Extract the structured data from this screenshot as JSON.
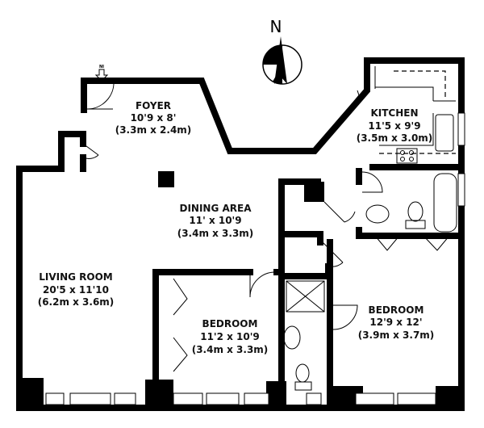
{
  "compass": {
    "label": "N"
  },
  "entrance": {
    "label": "NI"
  },
  "rooms": [
    {
      "name": "FOYER",
      "size_imperial": "10'9 x 8'",
      "size_metric": "(3.3m x 2.4m)"
    },
    {
      "name": "KITCHEN",
      "size_imperial": "11'5 x 9'9",
      "size_metric": "(3.5m x 3.0m)"
    },
    {
      "name": "DINING AREA",
      "size_imperial": "11' x 10'9",
      "size_metric": "(3.4m x 3.3m)"
    },
    {
      "name": "LIVING ROOM",
      "size_imperial": "20'5 x 11'10",
      "size_metric": "(6.2m x 3.6m)"
    },
    {
      "name": "BEDROOM",
      "size_imperial": "11'2 x 10'9",
      "size_metric": "(3.4m x 3.3m)"
    },
    {
      "name": "BEDROOM",
      "size_imperial": "12'9 x 12'",
      "size_metric": "(3.9m x 3.7m)"
    }
  ]
}
